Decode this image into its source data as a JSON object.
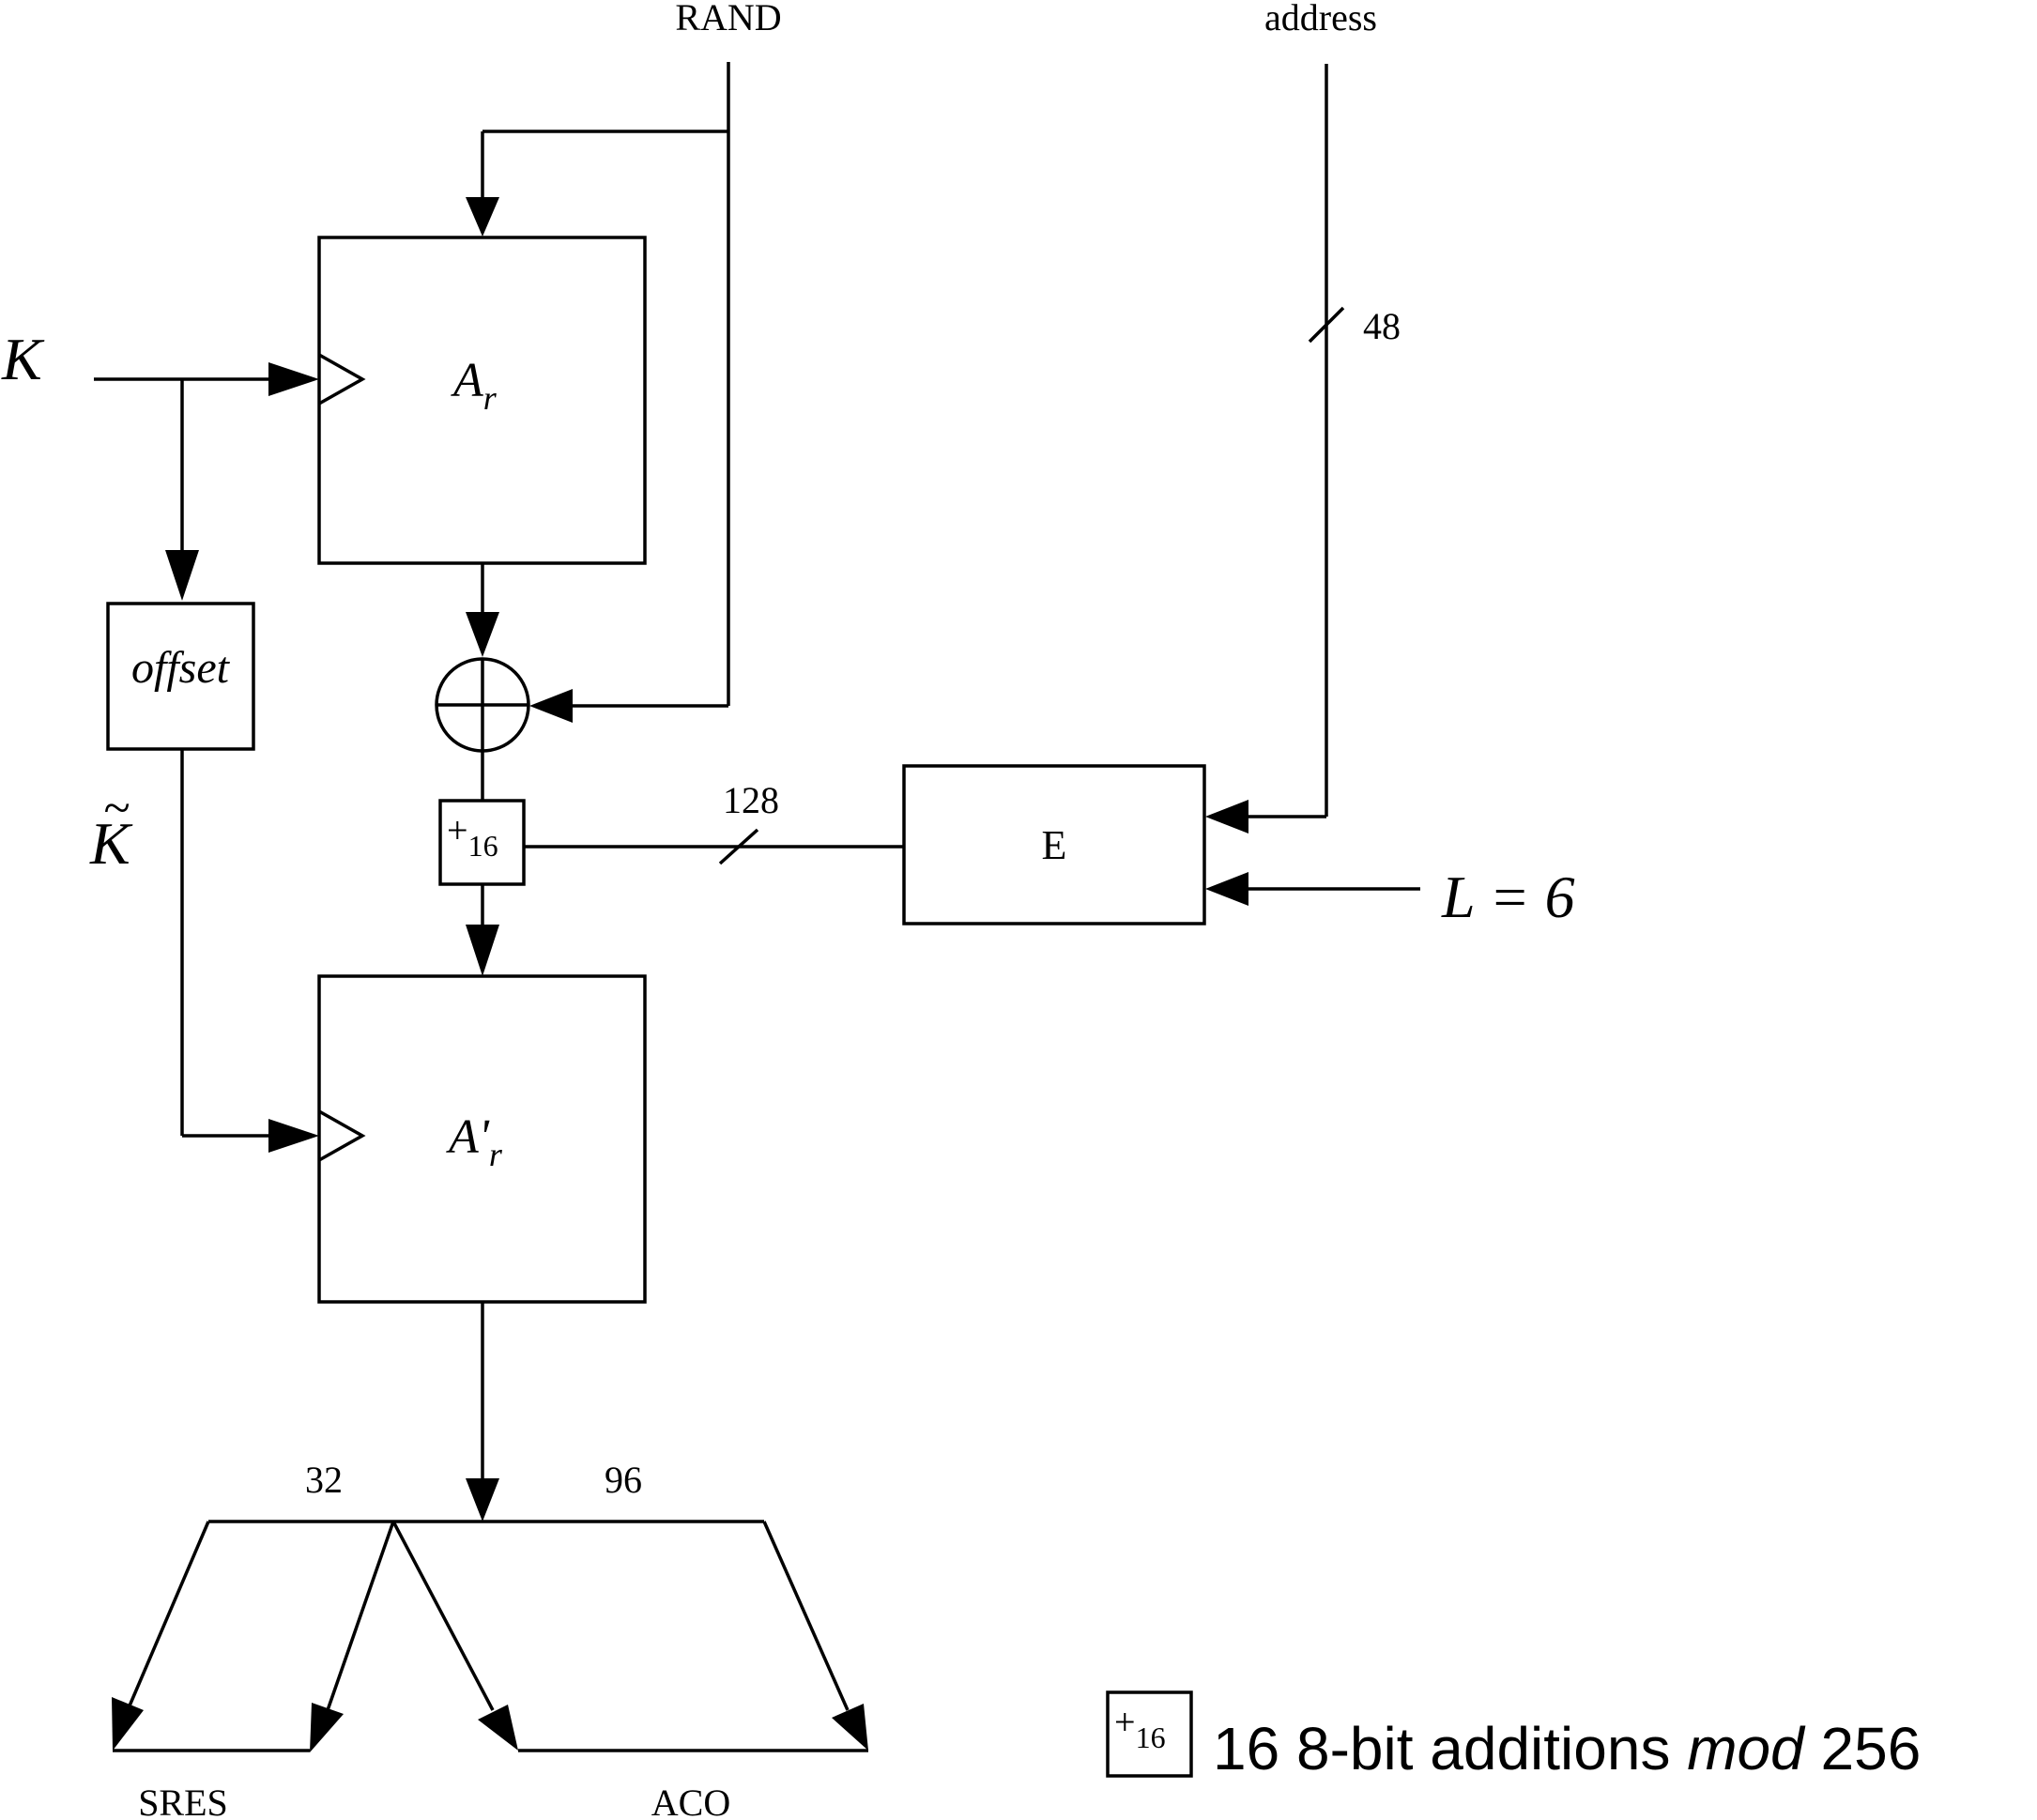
{
  "inputs": {
    "rand": "RAND",
    "address": "address",
    "key": "K",
    "key_tilde": "K",
    "tilde_mark": "~",
    "length": "L = 6"
  },
  "blocks": {
    "ar_base": "A",
    "ar_sub": "r",
    "ar2_base": "A'",
    "ar2_sub": "r",
    "offset": "offset",
    "e": "E",
    "add_plus": "+",
    "add_sub": "16"
  },
  "bus_widths": {
    "address_bits": "48",
    "e_out_bits": "128",
    "sres_bits": "32",
    "aco_bits": "96"
  },
  "outputs": {
    "sres": "SRES",
    "aco": "ACO"
  },
  "legend": {
    "symbol_plus": "+",
    "symbol_sub": "16",
    "text_prefix": "16 8-bit additions ",
    "text_italic": "mod",
    "text_suffix": " 256"
  }
}
